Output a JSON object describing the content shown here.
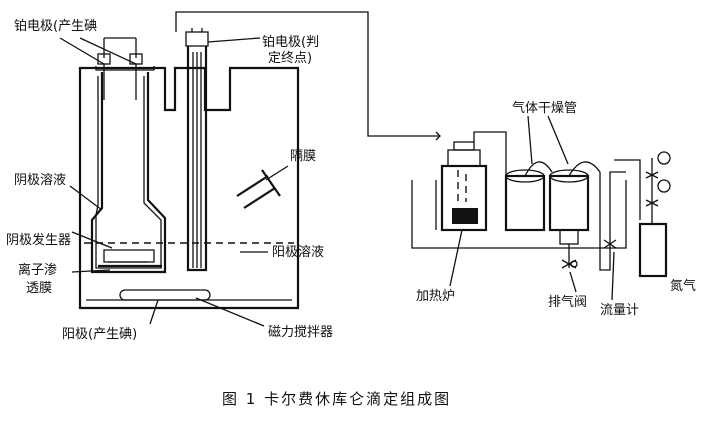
{
  "labels": {
    "pt_gen": "铂电极(产生碘",
    "pt_end_1": "铂电极(判",
    "pt_end_2": "定终点)",
    "diaphragm": "隔膜",
    "cathode_solution": "阴极溶液",
    "cathode_generator": "阴极发生器",
    "membrane_1": "离子渗",
    "membrane_2": "透膜",
    "anode_solution": "阳极溶液",
    "anode": "阳极(产生碘)",
    "stirrer": "磁力搅拌器",
    "dry_tubes": "气体干燥管",
    "furnace": "加热炉",
    "vent_valve": "排气阀",
    "flowmeter": "流量计",
    "nitrogen": "氮气"
  },
  "caption": "图 1   卡尔费休库仑滴定组成图"
}
